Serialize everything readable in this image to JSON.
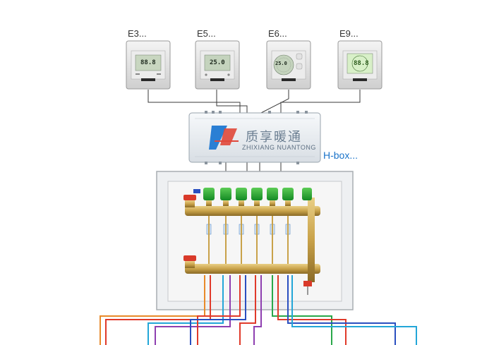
{
  "thermostats": [
    {
      "label": "E3...",
      "readout": "88.8"
    },
    {
      "label": "E5...",
      "readout": "25.0"
    },
    {
      "label": "E6...",
      "readout": "25.0"
    },
    {
      "label": "E9...",
      "readout": "88.8"
    }
  ],
  "hub": {
    "label": "H-box...",
    "brand_cn": "质享暖通",
    "brand_en": "ZHIXIANG NUANTONG"
  },
  "colors": {
    "red_pipe": "#e03a2a",
    "blue_pipe": "#2a4fc0",
    "cyan_pipe": "#23a6d8",
    "green_pipe": "#2aa84a",
    "purple_pipe": "#8e3fb0",
    "orange_pipe": "#e88a2a",
    "label_blue": "#1a73c9",
    "actuator_green": "#1fa32f",
    "brass": "#c9a24a"
  }
}
